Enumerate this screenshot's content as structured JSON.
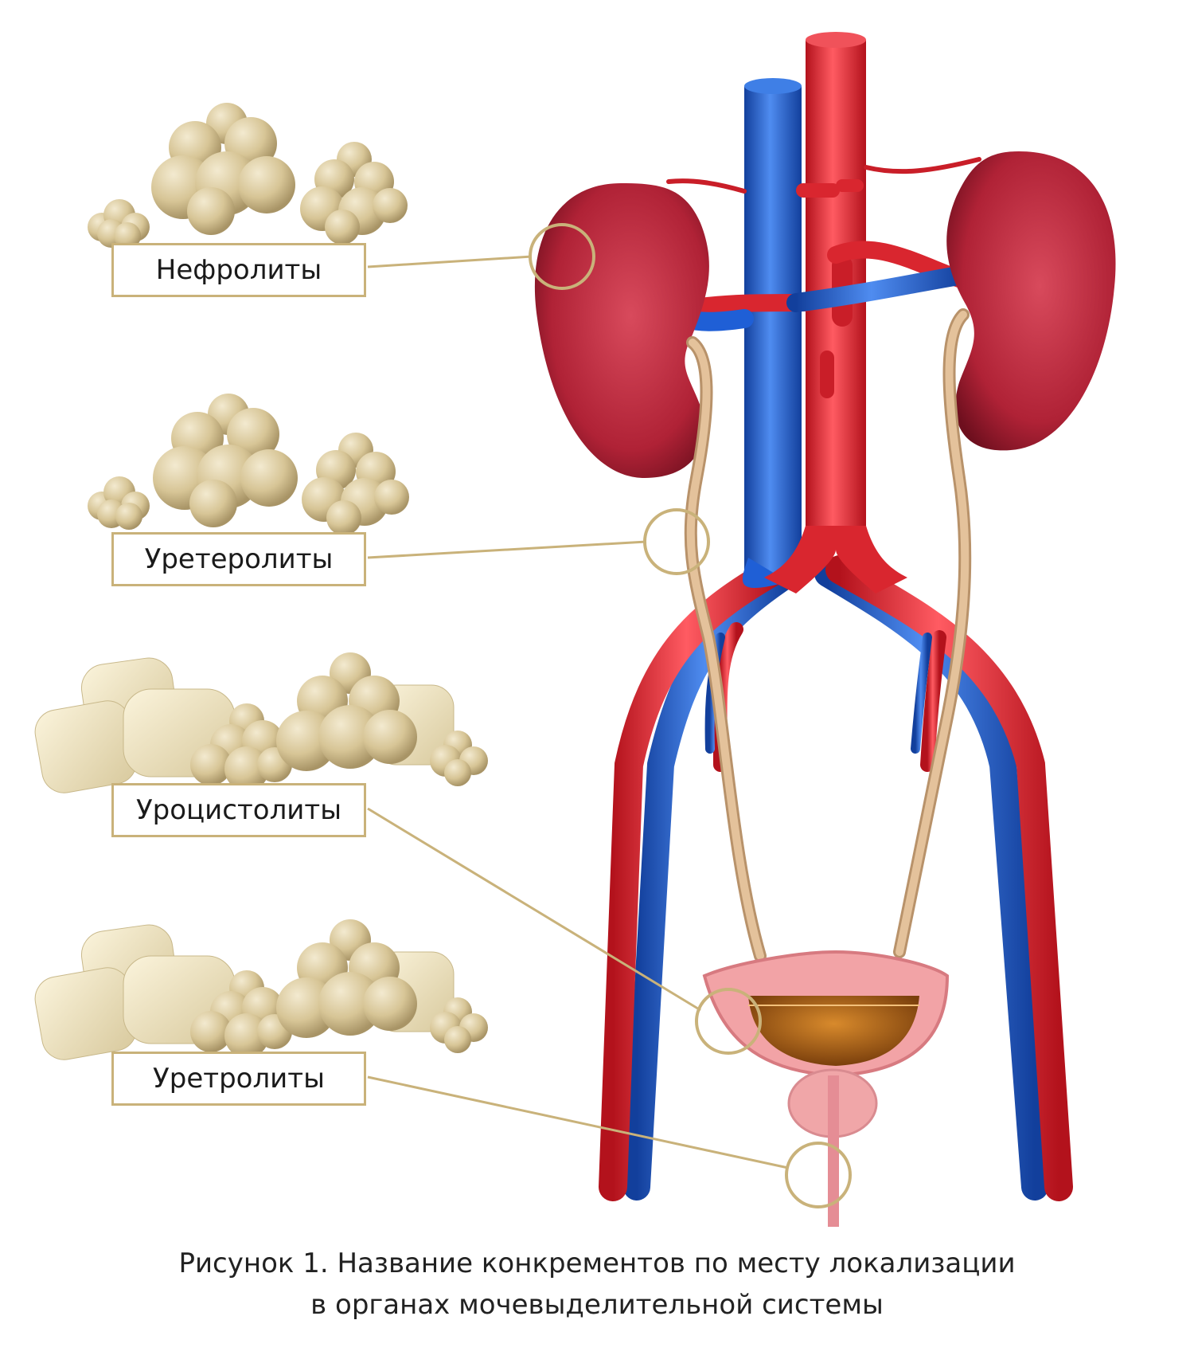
{
  "labels": {
    "nephroliths": "Нефролиты",
    "ureteroliths": "Уретеролиты",
    "urocystoliths": "Уроцистолиты",
    "urethroliths": "Уретролиты"
  },
  "caption": {
    "line1": "Рисунок 1. Название конкрементов по месту локализации",
    "line2": "в органах мочевыделительной системы"
  },
  "colors": {
    "artery": "#d9262f",
    "vein": "#1f5fd6",
    "kidney": "#b8253a",
    "ureter": "#d9b48a",
    "stone": "#d8c79a",
    "frame": "#c9b27a"
  }
}
